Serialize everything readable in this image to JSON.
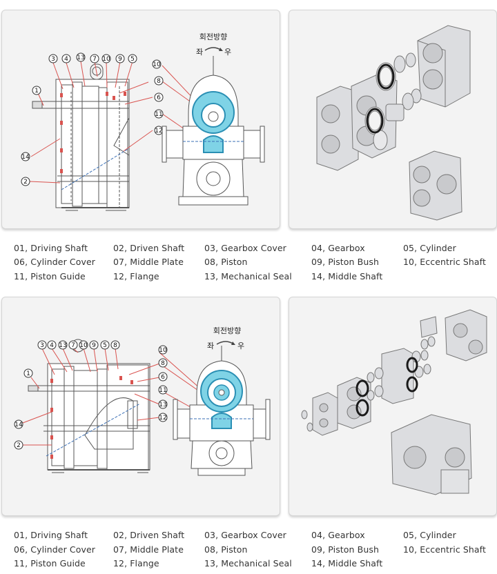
{
  "direction": {
    "title": "회전방향",
    "left": "좌",
    "right": "우"
  },
  "callouts_top": [
    "1",
    "2",
    "3",
    "4",
    "13",
    "7",
    "10",
    "9",
    "5",
    "14",
    "10",
    "8",
    "6",
    "11",
    "12"
  ],
  "callouts_bottom": [
    "1",
    "2",
    "3",
    "4",
    "13",
    "7",
    "10",
    "9",
    "5",
    "8",
    "14",
    "10",
    "8",
    "6",
    "11",
    "13",
    "12"
  ],
  "legend_top": [
    [
      "01,  Driving Shaft",
      "02,  Driven Shaft",
      "03,  Gearbox Cover",
      "04,  Gearbox",
      "05,  Cylinder"
    ],
    [
      "06,  Cylinder Cover",
      "07,  Middle Plate",
      "08,  Piston",
      "09,  Piston Bush",
      "10,  Eccentric Shaft"
    ],
    [
      "11, Piston Guide",
      "12,  Flange",
      "13,  Mechanical Seal",
      "14,  Middle Shaft",
      ""
    ]
  ],
  "legend_bottom": [
    [
      "01,  Driving Shaft",
      "02,  Driven Shaft",
      "03,  Gearbox Cover",
      "04,  Gearbox",
      "05,  Cylinder"
    ],
    [
      "06,  Cylinder Cover",
      "07,  Middle Plate",
      "08,  Piston",
      "09,  Piston Bush",
      "10,  Eccentric Shaft"
    ],
    [
      "11, Piston Guide",
      "12,  Flange",
      "13,  Mechanical Seal",
      "14,  Middle Shaft",
      ""
    ]
  ]
}
